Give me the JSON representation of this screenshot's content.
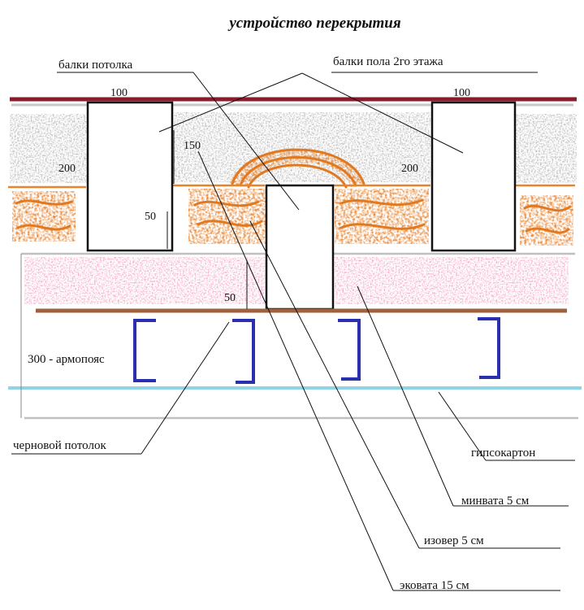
{
  "title": "устройство перекрытия",
  "labels": {
    "ceiling_beams": "балки потолка",
    "floor_beams": "балки пола 2го этажа",
    "armopoyas": "300 - армопояс",
    "rough_ceiling": "черновой потолок",
    "drywall": "гипсокартон",
    "minvata": "минвата  5 см",
    "isover": "изовер 5 см",
    "ecowool": "эковата 15 см"
  },
  "dimensions": {
    "beam_width_left": "100",
    "beam_width_right": "100",
    "beam_height_left": "200",
    "beam_height_right": "200",
    "ceiling_beam_height": "150",
    "offset_50_upper": "50",
    "offset_50_lower": "50"
  },
  "colors": {
    "top_board": "#8b1a2b",
    "ecowool": "#b8b8b8",
    "isover": "#e8832e",
    "minvata": "#f2a7c8",
    "rough_ceiling": "#a0623e",
    "profiles": "#2a2fb0",
    "drywall": "#8fd3e6",
    "lines": "#111111"
  }
}
